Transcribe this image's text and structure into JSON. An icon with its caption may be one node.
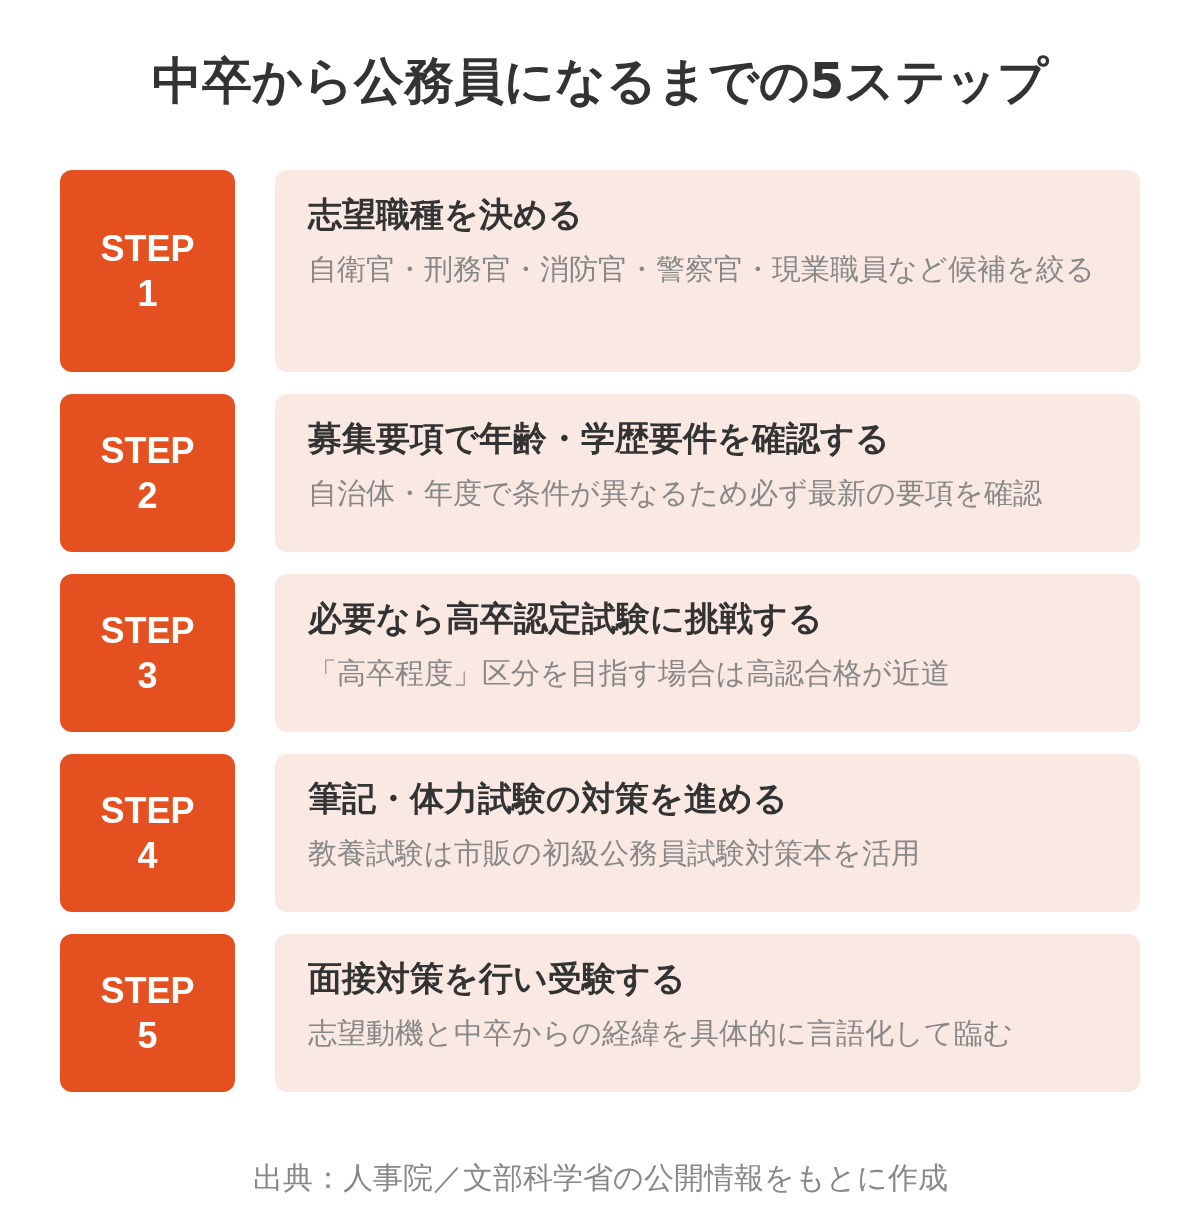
{
  "diagram": {
    "title": "中卒から公務員になるまでの5ステップ",
    "nodes": [
      {
        "text": [
          "STEP 1"
        ]
      },
      {
        "text": [
          "志望職種を決める",
          "自衛官・刑務官・消防官・警察官・現業職員など候補を絞る"
        ]
      },
      {
        "text": [
          "STEP 2"
        ]
      },
      {
        "text": [
          "募集要項で年齢・学歴要件を確認する",
          "自治体・年度で条件が異なるため必ず最新の要項を確認"
        ]
      },
      {
        "text": [
          "STEP 3"
        ]
      },
      {
        "text": [
          "必要なら高卒認定試験に挑戦する",
          "「高卒程度」区分を目指す場合は高認合格が近道"
        ]
      },
      {
        "text": [
          "STEP 4"
        ]
      },
      {
        "text": [
          "筆記・体力試験の対策を進める",
          "教養試験は市販の初級公務員試験対策本を活用"
        ]
      },
      {
        "text": [
          "STEP 5"
        ]
      },
      {
        "text": [
          "面接対策を行い受験する",
          "志望動機と中卒からの経緯を具体的に言語化して臨む"
        ]
      }
    ],
    "caption": "出典：人事院／文部科学省の公開情報をもとに作成"
  }
}
